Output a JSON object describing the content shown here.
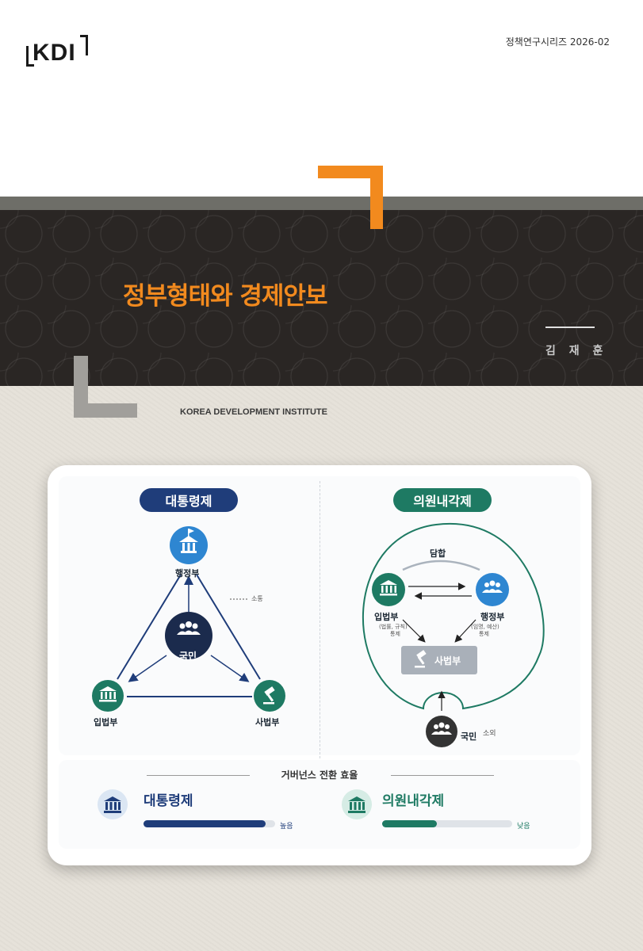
{
  "header": {
    "logo": "KDI",
    "series": "정책연구시리즈 2026-02"
  },
  "title": "정부형태와 경제안보",
  "author": "김 재 훈",
  "institute": "KOREA DEVELOPMENT INSTITUTE",
  "colors": {
    "orange": "#f28a1e",
    "navy": "#1f3d7a",
    "green": "#1e7a63",
    "blue": "#2e86d1"
  },
  "presidential": {
    "title": "대통령제",
    "nodes": {
      "executive": "행정부",
      "people": "국민",
      "legislature": "입법부",
      "judiciary": "사법부"
    },
    "legend": "소통"
  },
  "parliamentary": {
    "title": "의원내각제",
    "collusion": "담합",
    "legislature": "입법부",
    "legislature_note": [
      "(법률, 규칙)",
      "통제"
    ],
    "executive": "행정부",
    "executive_note": [
      "(임명, 예산)",
      "통제"
    ],
    "judiciary": "사법부",
    "people": "국민",
    "people_note": "소외"
  },
  "efficiency": {
    "title": "거버넌스 전환 효율",
    "items": [
      {
        "name": "대통령제",
        "level": "높음",
        "value": 0.93,
        "color": "#1f3d7a"
      },
      {
        "name": "의원내각제",
        "level": "낮음",
        "value": 0.42,
        "color": "#1e7a63"
      }
    ]
  }
}
